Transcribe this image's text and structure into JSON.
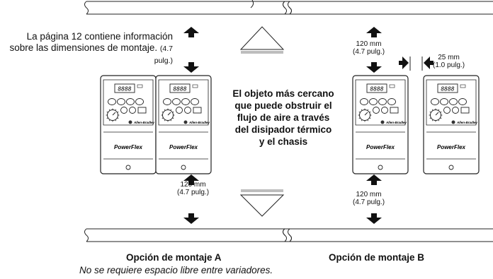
{
  "annotations": {
    "info_line1": "La página 12 contiene información",
    "info_line2": "sobre las dimensiones de montaje.",
    "info_unit": "(4.7 pulg.)"
  },
  "center_note": {
    "lines": [
      "El objeto más cercano",
      "que puede obstruir el",
      "flujo de aire a través",
      "del disipador térmico",
      "y el chasis"
    ]
  },
  "clearances": {
    "vertical_mm": "120 mm",
    "vertical_in": "(4.7 pulg.)",
    "side_mm": "25 mm",
    "side_in": "(1.0 pulg.)"
  },
  "drive": {
    "display": "8888",
    "brand": "PowerFlex",
    "maker": "Allen-Bradley"
  },
  "options": {
    "a_title": "Opción de montaje A",
    "a_note": "No se requiere espacio libre entre variadores.",
    "b_title": "Opción de montaje B"
  },
  "colors": {
    "line": "#222222",
    "arrow": "#111111",
    "shade": "#bdbdbd"
  }
}
